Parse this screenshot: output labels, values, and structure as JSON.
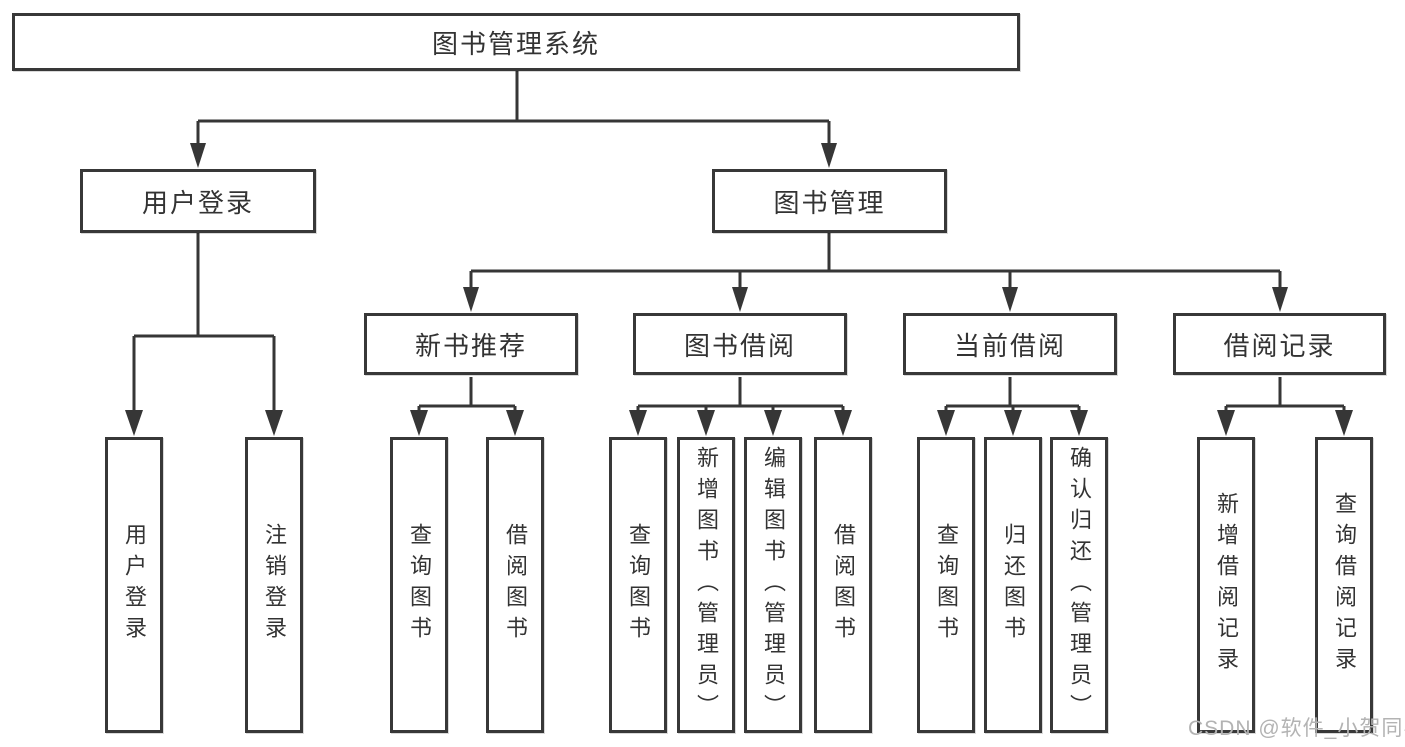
{
  "colors": {
    "line": "#363636",
    "box_border": "#383838",
    "text": "#333333",
    "watermark": "#b3b3b3",
    "background": "#ffffff"
  },
  "watermark": "CSDN @软件_小贺同学",
  "tree": {
    "root": "图书管理系统",
    "branches": [
      {
        "label": "用户登录",
        "leaves": [
          "用户登录",
          "注销登录"
        ]
      },
      {
        "label": "图书管理",
        "groups": [
          {
            "label": "新书推荐",
            "leaves": [
              "查询图书",
              "借阅图书"
            ]
          },
          {
            "label": "图书借阅",
            "leaves": [
              "查询图书",
              "新增图书（管理员）",
              "编辑图书（管理员）",
              "借阅图书"
            ]
          },
          {
            "label": "当前借阅",
            "leaves": [
              "查询图书",
              "归还图书",
              "确认归还（管理员）"
            ]
          },
          {
            "label": "借阅记录",
            "leaves": [
              "新增借阅记录",
              "查询借阅记录"
            ]
          }
        ]
      }
    ]
  }
}
